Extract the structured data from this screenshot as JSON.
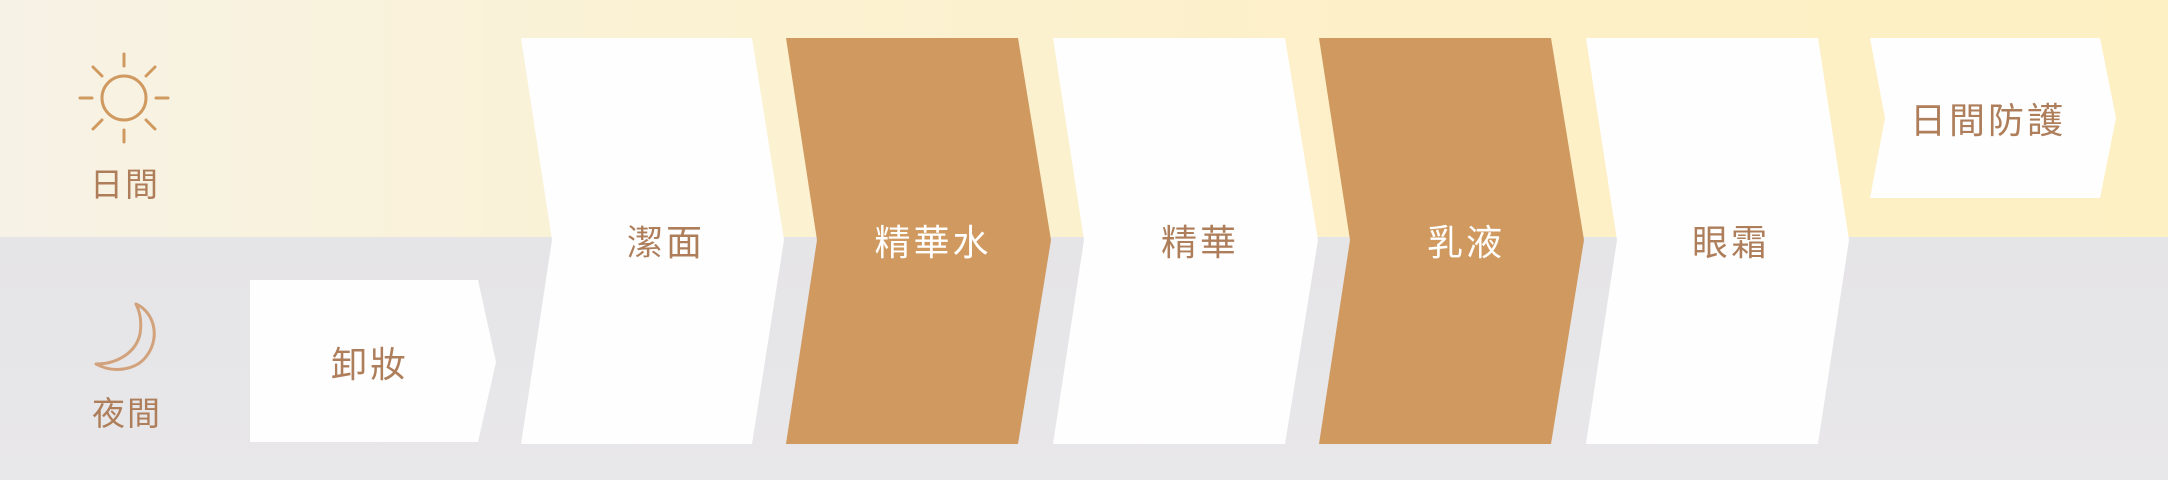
{
  "rows": {
    "day": {
      "label": "日間",
      "icon": "sun-icon"
    },
    "night": {
      "label": "夜間",
      "icon": "moon-icon"
    }
  },
  "colors": {
    "accent": "#cf9960",
    "card": "#fefefe",
    "text_brown": "#ae7e5b",
    "text_on_accent": "#ffffff",
    "day_band": "#fdf0c8",
    "night_band": "#e6e5e7"
  },
  "steps": [
    {
      "label": "卸妝",
      "row": "night",
      "accent": false
    },
    {
      "label": "潔面",
      "row": "both",
      "accent": false
    },
    {
      "label": "精華水",
      "row": "both",
      "accent": true
    },
    {
      "label": "精華",
      "row": "both",
      "accent": false
    },
    {
      "label": "乳液",
      "row": "both",
      "accent": true
    },
    {
      "label": "眼霜",
      "row": "both",
      "accent": false
    },
    {
      "label": "日間防護",
      "row": "day",
      "accent": false
    }
  ]
}
